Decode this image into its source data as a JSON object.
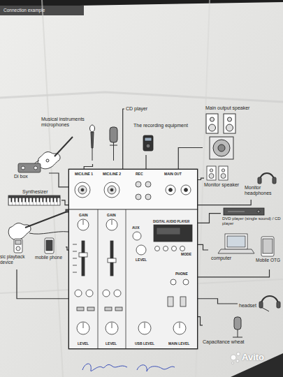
{
  "diagram": {
    "title": "Connection example",
    "nodes": [
      {
        "text": [
          "Musical instruments microphones"
        ]
      },
      {
        "text": [
          "CD player"
        ]
      },
      {
        "text": [
          "The recording equipment"
        ]
      },
      {
        "text": [
          "Main output speaker"
        ]
      },
      {
        "text": [
          "Di box"
        ]
      },
      {
        "text": [
          "Monitor speaker"
        ]
      },
      {
        "text": [
          "Monitor headphones"
        ]
      },
      {
        "text": [
          "Synthesizer"
        ]
      },
      {
        "text": [
          "DVD player (single sound) / CD player"
        ]
      },
      {
        "text": [
          "MIC/LINE 1",
          "MIC/LINE 2",
          "REC",
          "MAIN OUT",
          "GAIN",
          "GAIN",
          "AUX",
          "DIGITAL AUDIO PLAYER",
          "MODE",
          "PHONE",
          "LEVEL",
          "LEVEL",
          "LEVEL",
          "USB LEVEL",
          "MAIN LEVEL"
        ]
      },
      {
        "text": [
          "sic playback device"
        ]
      },
      {
        "text": [
          "mobile phone"
        ]
      },
      {
        "text": [
          "computer"
        ]
      },
      {
        "text": [
          "Mobile OTG"
        ]
      },
      {
        "text": [
          "headset"
        ]
      },
      {
        "text": [
          "Capacitance wheat"
        ]
      }
    ],
    "edges": [
      {
        "from": 0,
        "to": 9,
        "arrow": "none"
      },
      {
        "from": 1,
        "to": 9,
        "arrow": "none"
      },
      {
        "from": 2,
        "to": 9,
        "arrow": "none"
      },
      {
        "from": 3,
        "to": 9,
        "arrow": "none"
      },
      {
        "from": 4,
        "to": 9,
        "arrow": "none"
      },
      {
        "from": 5,
        "to": 9,
        "arrow": "none"
      },
      {
        "from": 6,
        "to": 9,
        "arrow": "none"
      },
      {
        "from": 7,
        "to": 9,
        "arrow": "none"
      },
      {
        "from": 8,
        "to": 9,
        "arrow": "none"
      },
      {
        "from": 10,
        "to": 9,
        "arrow": "none"
      },
      {
        "from": 11,
        "to": 9,
        "arrow": "none"
      },
      {
        "from": 9,
        "to": 12,
        "arrow": "none"
      },
      {
        "from": 9,
        "to": 13,
        "arrow": "none"
      },
      {
        "from": 9,
        "to": 14,
        "arrow": "none"
      },
      {
        "from": 9,
        "to": 15,
        "arrow": "none"
      }
    ],
    "labels": [
      "Avito"
    ]
  }
}
